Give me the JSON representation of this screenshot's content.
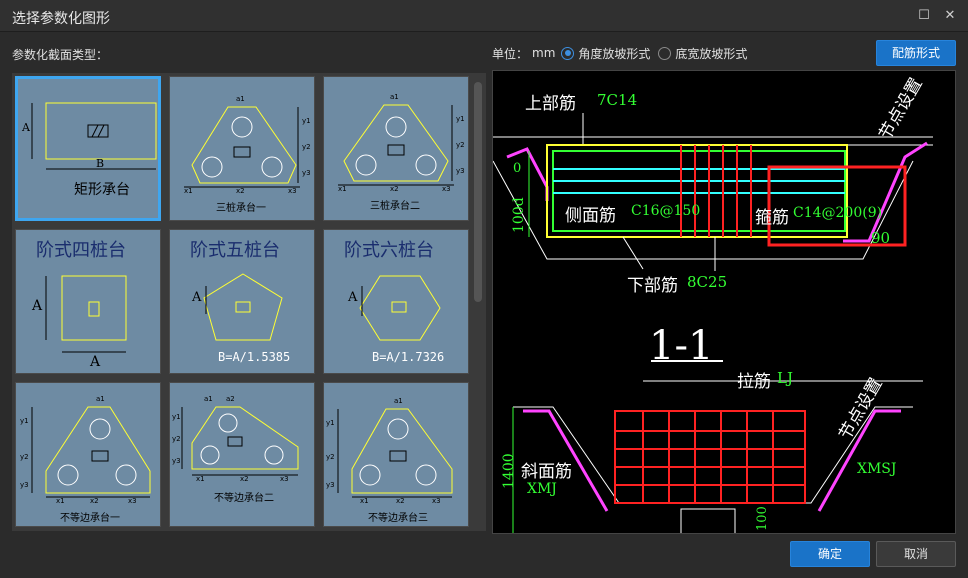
{
  "window": {
    "title": "选择参数化图形"
  },
  "section_label": "参数化截面类型：",
  "unit": {
    "label": "单位：",
    "value": "mm",
    "options": [
      {
        "label": "角度放坡形式",
        "checked": true
      },
      {
        "label": "底宽放坡形式",
        "checked": false
      }
    ]
  },
  "buttons": {
    "rebar_form": "配筋形式",
    "ok": "确定",
    "cancel": "取消"
  },
  "thumbs": [
    {
      "caption": "矩形承台",
      "dim_a": "A",
      "dim_b": "B"
    },
    {
      "caption": "三桩承台一",
      "dims": [
        "a1",
        "x1",
        "x2",
        "x3",
        "y1",
        "y2",
        "y3"
      ]
    },
    {
      "caption": "三桩承台二",
      "dims": [
        "a1",
        "x1",
        "x2",
        "x3",
        "y1",
        "y2",
        "y3"
      ]
    },
    {
      "caption": "阶式四桩台",
      "dim_a": "A",
      "dim_b": "A"
    },
    {
      "caption": "阶式五桩台",
      "dim_a": "A",
      "formula": "B=A/1.5385"
    },
    {
      "caption": "阶式六桩台",
      "dim_a": "A",
      "formula": "B=A/1.7326"
    },
    {
      "caption": "不等边承台一",
      "dims": [
        "a1",
        "x1",
        "x2",
        "x3",
        "y1",
        "y2",
        "y3"
      ]
    },
    {
      "caption": "不等边承台二",
      "dims": [
        "a1",
        "a2",
        "x1",
        "x2",
        "x3",
        "y1",
        "y2",
        "y3"
      ]
    },
    {
      "caption": "不等边承台三",
      "dims": [
        "a1",
        "x1",
        "x2",
        "x3",
        "y1",
        "y2",
        "y3"
      ]
    }
  ],
  "preview": {
    "top_rebar": "上部筋",
    "top_rebar_val": "7C14",
    "side_rebar": "侧面筋",
    "side_rebar_val": "C16@150",
    "stirrup": "箍筋",
    "stirrup_val": "C14@200(9)",
    "bottom_rebar": "下部筋",
    "bottom_rebar_val": "8C25",
    "node_setting": "节点设置",
    "angle": "90",
    "dim_left": "100d",
    "dim_zero": "0",
    "section": "1-1",
    "tie_rebar": "拉筋",
    "tie_rebar_val": "LJ",
    "slope_rebar": "斜面筋",
    "slope_rebar_val": "XMJ",
    "slope_rebar_val_right": "XMSJ",
    "dim_1400": "1400",
    "dim_100": "100"
  },
  "colors": {
    "accent": "#1a73c8",
    "thumb_bg": "#6e8ba3",
    "yellow": "#ffff33",
    "green": "#33ff33",
    "red": "#ff2222",
    "cyan": "#33ffff",
    "magenta": "#ff44ff"
  }
}
